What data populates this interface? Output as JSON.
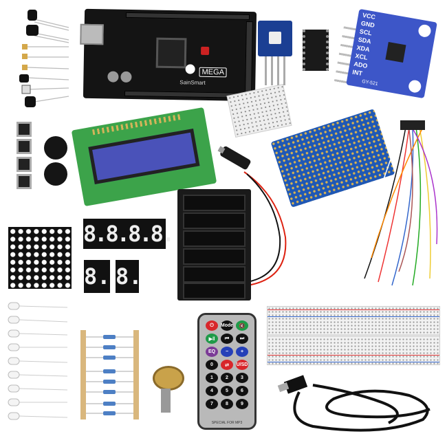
{
  "arduino": {
    "model_label": "MEGA",
    "brand": "SainSmart"
  },
  "gy521": {
    "pins": [
      "VCC",
      "GND",
      "SCL",
      "SDA",
      "XDA",
      "XCL",
      "ADO",
      "INT"
    ],
    "name": "GY-521"
  },
  "seven_segment": {
    "four_digit": "8.8.8.8.",
    "single_a": "8.",
    "single_b": "8."
  },
  "remote": {
    "buttons": [
      {
        "label": "⏻",
        "color": "#d8262b"
      },
      {
        "label": "Mode",
        "color": "#111111"
      },
      {
        "label": "🔇",
        "color": "#1f9a48"
      },
      {
        "label": "▶‖",
        "color": "#1f9a48"
      },
      {
        "label": "⏮",
        "color": "#111111"
      },
      {
        "label": "⏭",
        "color": "#111111"
      },
      {
        "label": "EQ",
        "color": "#7b3a96"
      },
      {
        "label": "−",
        "color": "#2540b8"
      },
      {
        "label": "+",
        "color": "#2540b8"
      },
      {
        "label": "0",
        "color": "#111111"
      },
      {
        "label": "⇄",
        "color": "#d8262b"
      },
      {
        "label": "U/SD",
        "color": "#d8262b"
      },
      {
        "label": "1",
        "color": "#111111"
      },
      {
        "label": "2",
        "color": "#111111"
      },
      {
        "label": "3",
        "color": "#111111"
      },
      {
        "label": "4",
        "color": "#111111"
      },
      {
        "label": "5",
        "color": "#111111"
      },
      {
        "label": "6",
        "color": "#111111"
      },
      {
        "label": "7",
        "color": "#111111"
      },
      {
        "label": "8",
        "color": "#111111"
      },
      {
        "label": "9",
        "color": "#111111"
      }
    ],
    "footer": "SPECIAL FOR MP3"
  }
}
